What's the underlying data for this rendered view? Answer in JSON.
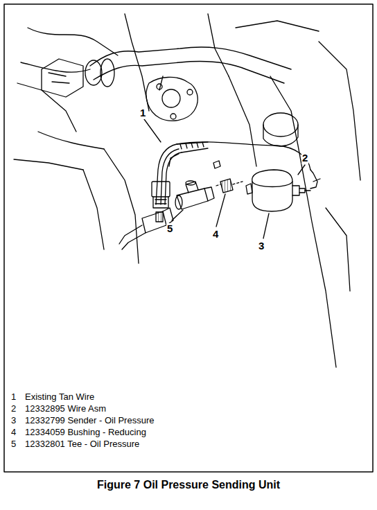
{
  "diagram": {
    "caption": "Figure 7 Oil Pressure Sending Unit",
    "labels": [
      "1",
      "2",
      "3",
      "4",
      "5",
      "1",
      "Existing Tan Wire",
      "2",
      "12332895 Wire Asm",
      "3",
      "12332799 Sender - Oil Pressure",
      "4",
      "12334059 Bushing - Reducing",
      "5",
      "12332801 Tee - Oil Pressure"
    ]
  }
}
